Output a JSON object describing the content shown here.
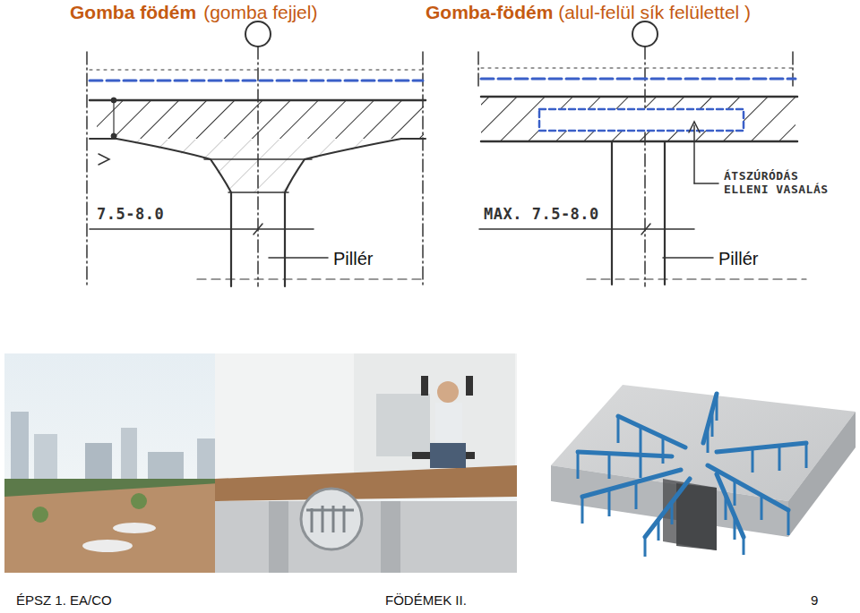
{
  "diagram": {
    "labels": [
      "Gomba födém",
      "(gomba fejjel)",
      "Gomba-födém",
      "(alul-felül sík felülettel )",
      "7.5-8.0",
      "MAX. 7.5-8.0",
      "ÁTSZÚRÓDÁS ELLENI VASALÁS",
      "Pillér",
      "Pillér",
      "ÉPSZ 1. EA/CO",
      "FÖDÉMEK II.",
      "9"
    ]
  }
}
